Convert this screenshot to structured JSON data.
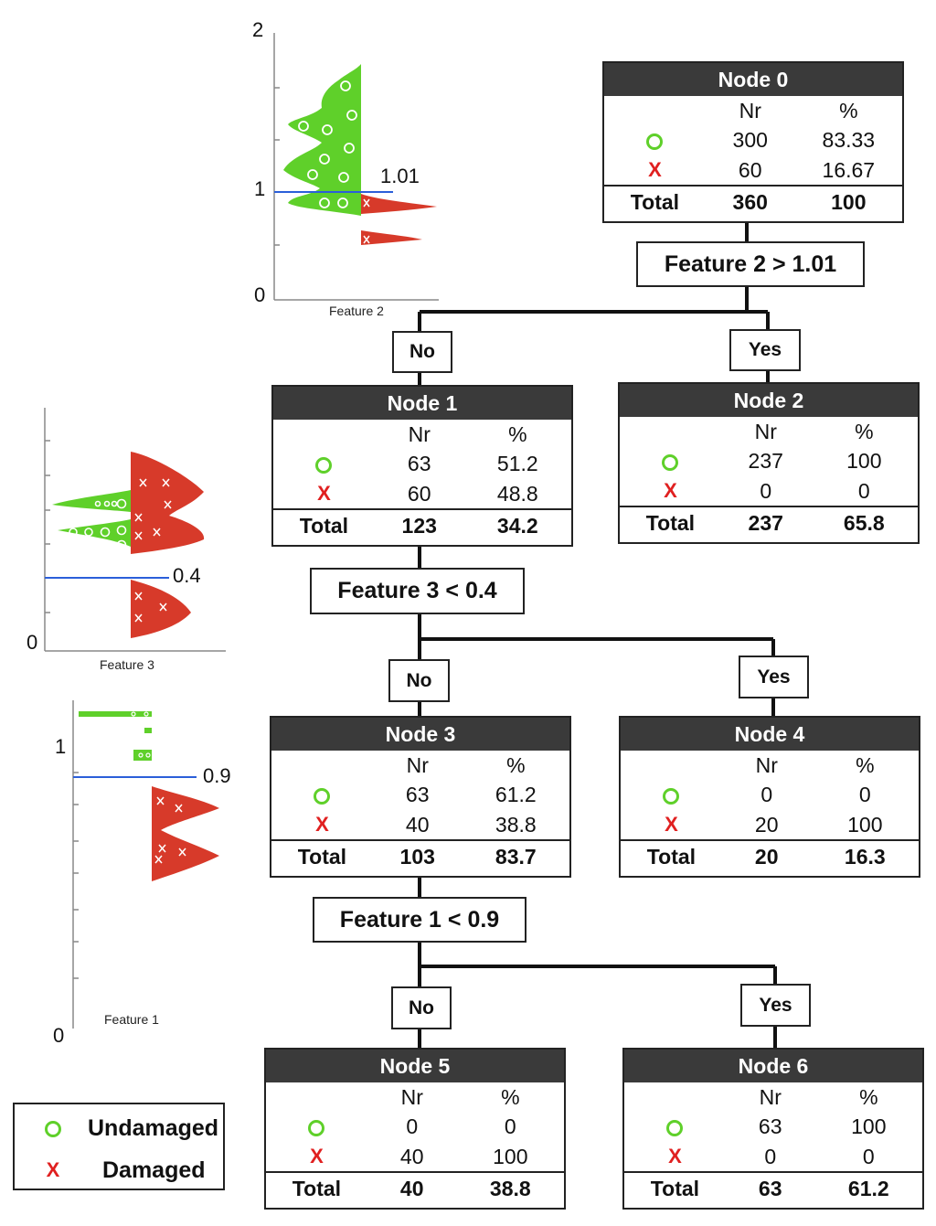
{
  "nodes": {
    "n0": {
      "title": "Node 0",
      "col_nr": "Nr",
      "col_pct": "%",
      "o_nr": "300",
      "o_pct": "83.33",
      "x_nr": "60",
      "x_pct": "16.67",
      "total_label": "Total",
      "total_nr": "360",
      "total_pct": "100"
    },
    "n1": {
      "title": "Node 1",
      "col_nr": "Nr",
      "col_pct": "%",
      "o_nr": "63",
      "o_pct": "51.2",
      "x_nr": "60",
      "x_pct": "48.8",
      "total_label": "Total",
      "total_nr": "123",
      "total_pct": "34.2"
    },
    "n2": {
      "title": "Node 2",
      "col_nr": "Nr",
      "col_pct": "%",
      "o_nr": "237",
      "o_pct": "100",
      "x_nr": "0",
      "x_pct": "0",
      "total_label": "Total",
      "total_nr": "237",
      "total_pct": "65.8"
    },
    "n3": {
      "title": "Node 3",
      "col_nr": "Nr",
      "col_pct": "%",
      "o_nr": "63",
      "o_pct": "61.2",
      "x_nr": "40",
      "x_pct": "38.8",
      "total_label": "Total",
      "total_nr": "103",
      "total_pct": "83.7"
    },
    "n4": {
      "title": "Node 4",
      "col_nr": "Nr",
      "col_pct": "%",
      "o_nr": "0",
      "o_pct": "0",
      "x_nr": "20",
      "x_pct": "100",
      "total_label": "Total",
      "total_nr": "20",
      "total_pct": "16.3"
    },
    "n5": {
      "title": "Node 5",
      "col_nr": "Nr",
      "col_pct": "%",
      "o_nr": "0",
      "o_pct": "0",
      "x_nr": "40",
      "x_pct": "100",
      "total_label": "Total",
      "total_nr": "40",
      "total_pct": "38.8"
    },
    "n6": {
      "title": "Node 6",
      "col_nr": "Nr",
      "col_pct": "%",
      "o_nr": "63",
      "o_pct": "100",
      "x_nr": "0",
      "x_pct": "0",
      "total_label": "Total",
      "total_nr": "63",
      "total_pct": "61.2"
    }
  },
  "conditions": {
    "c0": "Feature 2 > 1.01",
    "c1": "Feature 3 < 0.4",
    "c2": "Feature 1 < 0.9"
  },
  "branches": {
    "no": "No",
    "yes": "Yes"
  },
  "plots": {
    "p1": {
      "xlabel": "Feature 2",
      "tick_top": "2",
      "tick_mid": "1",
      "tick_bottom": "0",
      "threshold": "1.01"
    },
    "p2": {
      "xlabel": "Feature 3",
      "tick_bottom": "0",
      "threshold": "0.4"
    },
    "p3": {
      "xlabel": "Feature 1",
      "tick_mid": "1",
      "tick_bottom": "0",
      "threshold": "0.9"
    }
  },
  "legend": {
    "undamaged": "Undamaged",
    "damaged": "Damaged"
  },
  "symbols": {
    "damaged": "X",
    "undamaged_icon": "green-circle-icon"
  },
  "colors": {
    "undamaged": "#5fd02a",
    "damaged": "#e02020",
    "header": "#3a3a3a",
    "threshold_line": "#2b5fd9"
  }
}
